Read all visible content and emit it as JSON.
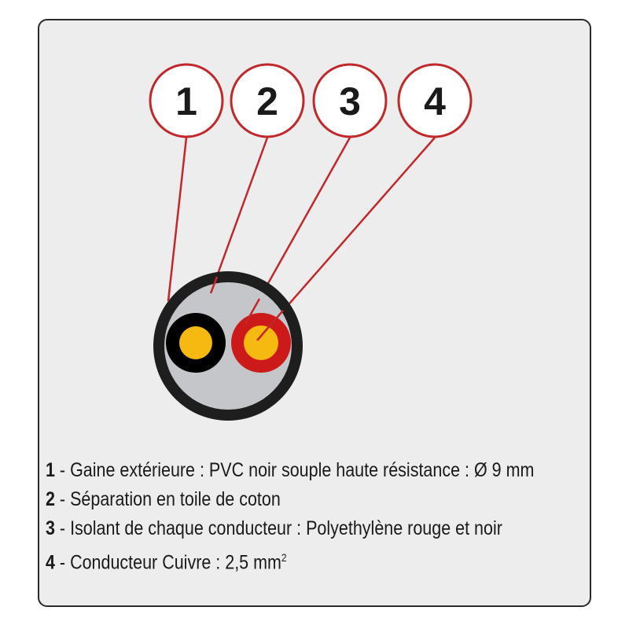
{
  "callouts": [
    "1",
    "2",
    "3",
    "4"
  ],
  "legend": [
    {
      "num": "1",
      "text": " - Gaine extérieure : PVC noir souple haute résistance : Ø 9 mm",
      "sup": ""
    },
    {
      "num": "2",
      "text": " - Séparation en toile de coton",
      "sup": ""
    },
    {
      "num": "3",
      "text": " - Isolant de chaque conducteur : Polyethylène rouge et noir",
      "sup": ""
    },
    {
      "num": "4",
      "text": " - Conducteur Cuivre  : 2,5 mm",
      "sup": "2"
    }
  ],
  "colors": {
    "callout_red": "#c0282c",
    "sheath": "#1e1e1e",
    "filler": "#c4c6ca",
    "copper": "#f6b911",
    "insulation_red": "#cc1a1a",
    "insulation_black": "#000000"
  }
}
